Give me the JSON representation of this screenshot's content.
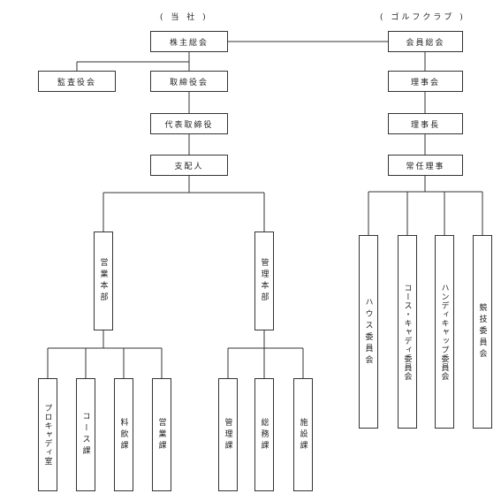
{
  "headers": {
    "company": "( 当 社 )",
    "club": "( ゴルフクラブ )"
  },
  "company": {
    "shareholders": "株主総会",
    "auditors": "監査役会",
    "board": "取締役会",
    "representative": "代表取締役",
    "manager": "支配人",
    "sales_hq": "営業本部",
    "admin_hq": "管理本部",
    "sales_depts": [
      "プロキャディ室",
      "コース課",
      "料飲課",
      "営業課"
    ],
    "admin_depts": [
      "管理課",
      "総務課",
      "施設課"
    ]
  },
  "club": {
    "members_meeting": "会員総会",
    "directors": "理事会",
    "chairman": "理事長",
    "executive": "常任理事",
    "committees": [
      "ハウス委員会",
      "コース・キャディ委員会",
      "ハンディキャップ委員会",
      "競技委員会"
    ]
  }
}
